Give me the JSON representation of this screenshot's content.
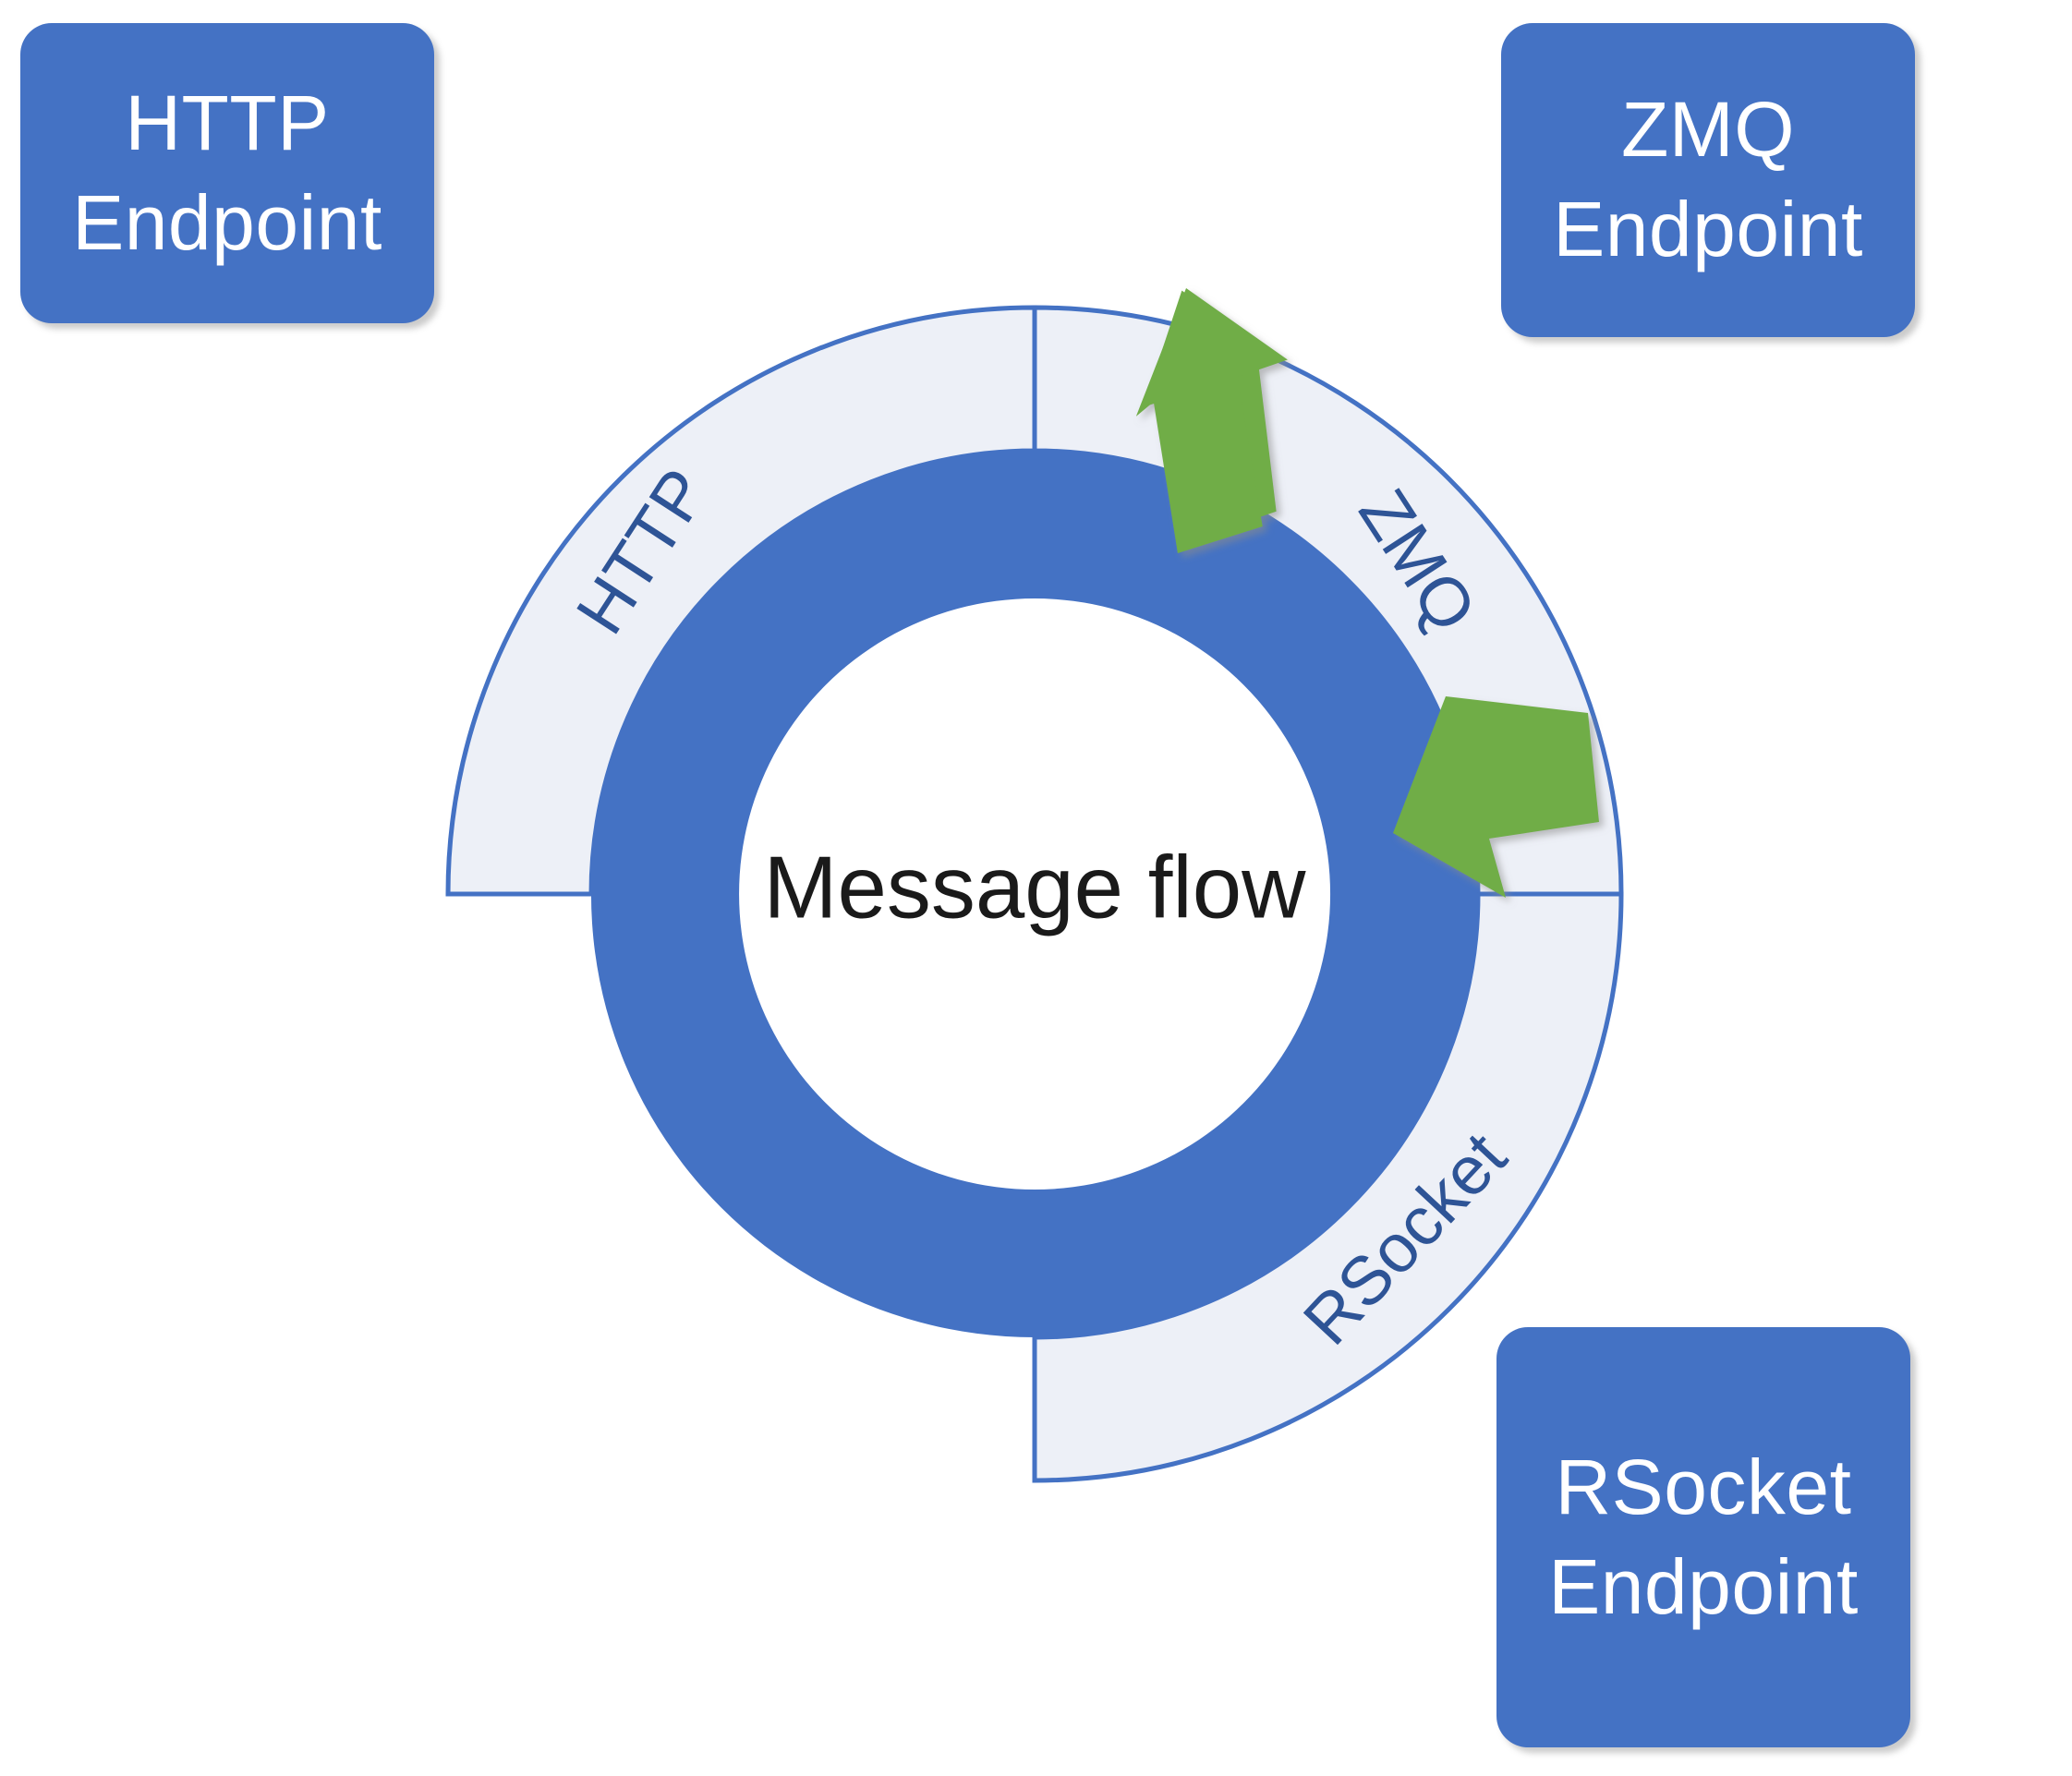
{
  "diagram": {
    "title": "Message flow",
    "center_label": "Message flow",
    "colors": {
      "box_fill": "#4472C4",
      "box_text": "#FFFFFF",
      "donut_fill": "#4472C4",
      "outer_ring_fill": "#EDF0F7",
      "outer_ring_stroke": "#4472C4",
      "segment_label": "#2E5496",
      "arrow_fill": "#70AD47",
      "center_text": "#1A1A1A",
      "background": "#FFFFFF"
    },
    "boxes": [
      {
        "id": "http",
        "line1": "HTTP",
        "line2": "Endpoint",
        "position": "top-left"
      },
      {
        "id": "zmq",
        "line1": "ZMQ",
        "line2": "Endpoint",
        "position": "top-right"
      },
      {
        "id": "rsocket",
        "line1": "RSocket",
        "line2": "Endpoint",
        "position": "bottom-right"
      }
    ],
    "ring_segments": [
      {
        "id": "http",
        "label": "HTTP",
        "start_deg": 270,
        "end_deg": 360
      },
      {
        "id": "zmq",
        "label": "ZMQ",
        "start_deg": 0,
        "end_deg": 90
      },
      {
        "id": "rsocket",
        "label": "RSocket",
        "start_deg": 90,
        "end_deg": 180
      }
    ],
    "arrows": [
      {
        "id": "inbound-arrow",
        "direction": "up",
        "semantic": "arrow-up-icon"
      },
      {
        "id": "outbound-arrow",
        "direction": "down-left",
        "semantic": "arrow-down-left-icon"
      }
    ]
  }
}
